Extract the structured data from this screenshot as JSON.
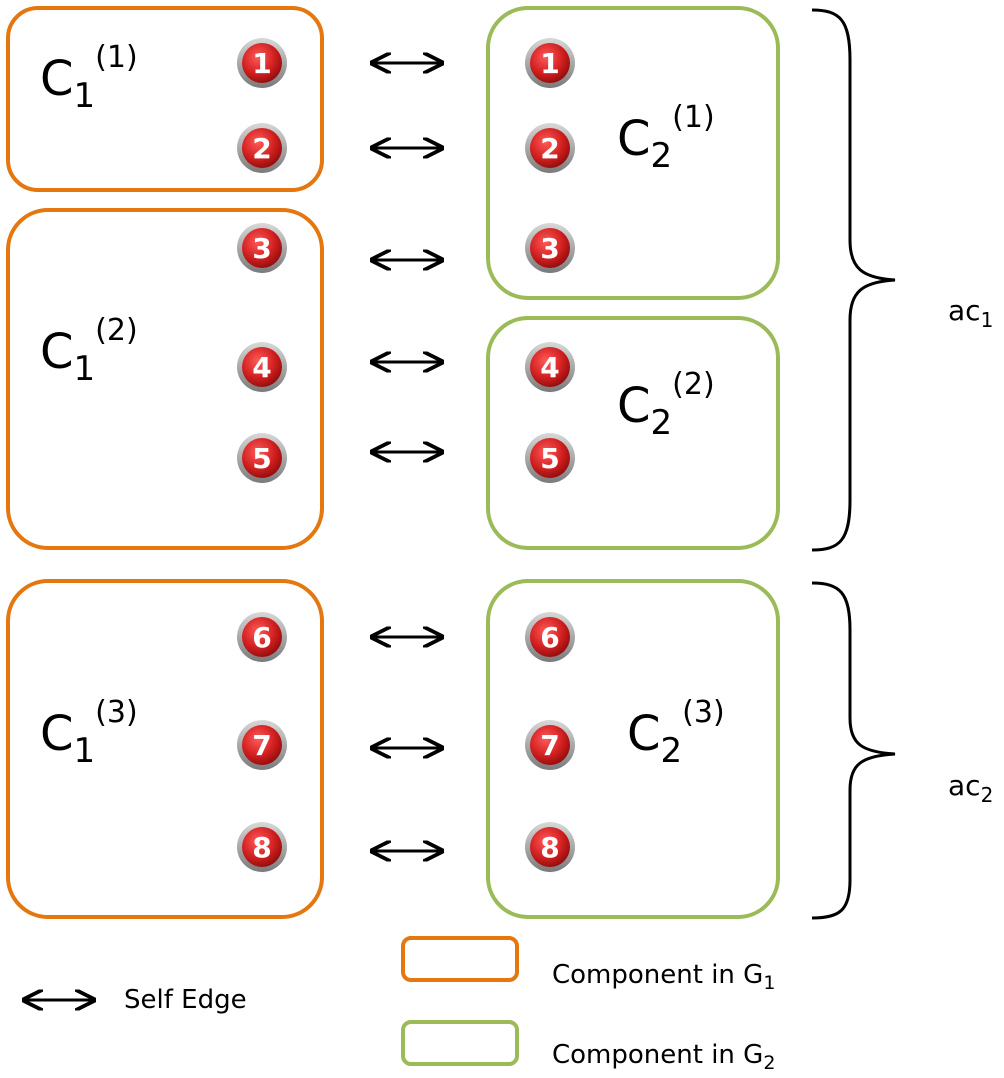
{
  "colors": {
    "g1": "#e4770f",
    "g2": "#9bbb59",
    "node": "#d11f1f",
    "node_ring": "#9a9a9a",
    "arrow": "#000000"
  },
  "components": [
    {
      "id": "c1_1",
      "group": "g1",
      "base": "C",
      "sub": "1",
      "sup": "(1)"
    },
    {
      "id": "c1_2",
      "group": "g1",
      "base": "C",
      "sub": "1",
      "sup": "(2)"
    },
    {
      "id": "c1_3",
      "group": "g1",
      "base": "C",
      "sub": "1",
      "sup": "(3)"
    },
    {
      "id": "c2_1",
      "group": "g2",
      "base": "C",
      "sub": "2",
      "sup": "(1)"
    },
    {
      "id": "c2_2",
      "group": "g2",
      "base": "C",
      "sub": "2",
      "sup": "(2)"
    },
    {
      "id": "c2_3",
      "group": "g2",
      "base": "C",
      "sub": "2",
      "sup": "(3)"
    }
  ],
  "nodes": [
    "1",
    "2",
    "3",
    "4",
    "5",
    "6",
    "7",
    "8"
  ],
  "brackets": [
    {
      "base": "ac",
      "sub": "1"
    },
    {
      "base": "ac",
      "sub": "2"
    }
  ],
  "legend": {
    "self_edge": "Self Edge",
    "g1": {
      "text": "Component in G",
      "sub": "1"
    },
    "g2": {
      "text": "Component in G",
      "sub": "2"
    }
  }
}
